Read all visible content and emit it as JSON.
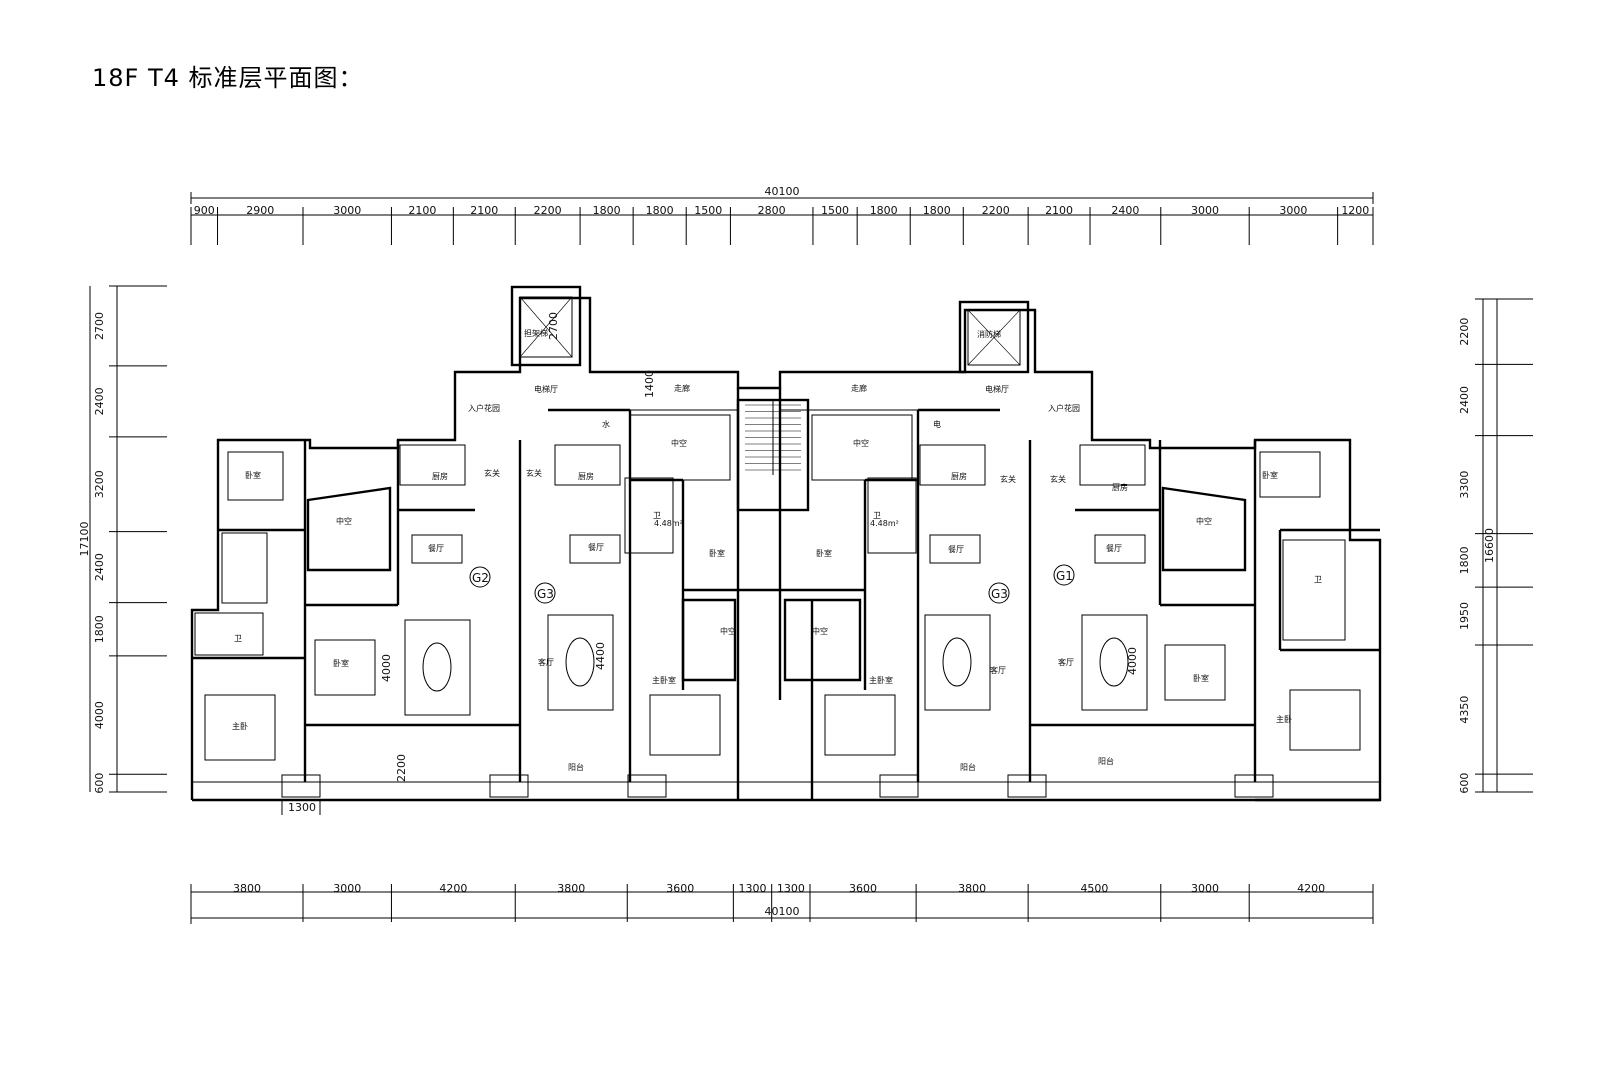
{
  "title": "18F T4 标准层平面图：",
  "dimensions": {
    "top_total": "40100",
    "top_segments": [
      "900",
      "2900",
      "3000",
      "2100",
      "2100",
      "2200",
      "1800",
      "1800",
      "1500",
      "2800",
      "1500",
      "1800",
      "1800",
      "2200",
      "2100",
      "2400",
      "3000",
      "3000",
      "1200"
    ],
    "bottom_segments": [
      "3800",
      "3000",
      "4200",
      "3800",
      "3600",
      "1300",
      "1300",
      "3600",
      "3800",
      "4500",
      "3000",
      "4200"
    ],
    "bottom_total": "40100",
    "left_segments": [
      "2700",
      "2400",
      "3200",
      "2400",
      "1800",
      "4000",
      "600"
    ],
    "left_total": "17100",
    "right_segments": [
      "2200",
      "2400",
      "3300",
      "1800",
      "1950",
      "4350",
      "600"
    ],
    "right_total": "16600",
    "stub_1300": "1300",
    "inner_2200": "2200",
    "inner_1400": "1400",
    "inner_2700": "2700"
  },
  "rooms": {
    "zhongkong": "中空",
    "chufang": "厨房",
    "canting": "餐厅",
    "keting": "客厅",
    "woshi": "卧室",
    "zhuwo": "主卧",
    "zhuwoshi": "主卧室",
    "wei": "卫",
    "yangtai": "阳台",
    "xuanguan": "玄关",
    "rhhy": "入户花园",
    "dianti": "电梯厅",
    "zoulang": "走廊",
    "shui": "水",
    "dian": "电",
    "dianti_well_a": "担架梯",
    "dianti_well_b": "消防梯",
    "area_a": "4.48m²",
    "area_b": "4.48m²",
    "unit_g1": "G1",
    "unit_g2": "G2",
    "unit_g3": "G3",
    "inner_4400": "4400",
    "inner_4000": "4000"
  }
}
